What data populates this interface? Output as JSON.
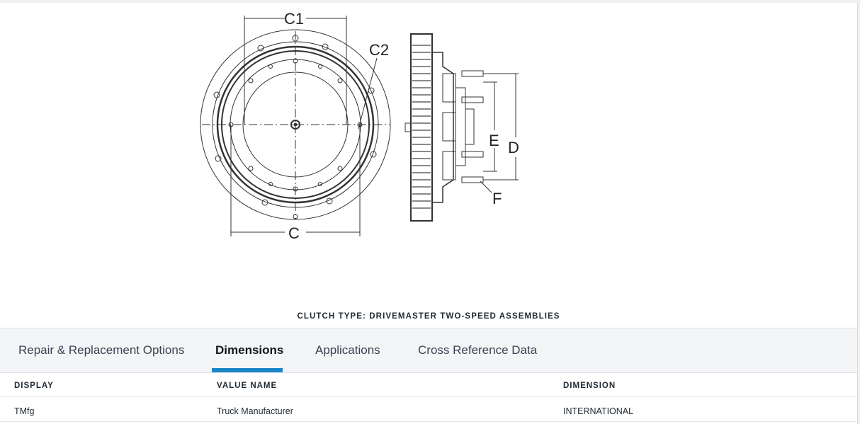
{
  "drawing": {
    "labels": {
      "c1": "C1",
      "c2": "C2",
      "c": "C",
      "e": "E",
      "d": "D",
      "f": "F"
    }
  },
  "caption": "CLUTCH TYPE: DRIVEMASTER TWO-SPEED ASSEMBLIES",
  "tabs": [
    {
      "label": "Repair & Replacement Options",
      "active": false
    },
    {
      "label": "Dimensions",
      "active": true
    },
    {
      "label": "Applications",
      "active": false
    },
    {
      "label": "Cross Reference Data",
      "active": false
    }
  ],
  "table": {
    "headers": [
      "DISPLAY",
      "VALUE NAME",
      "DIMENSION"
    ],
    "rows": [
      [
        "TMfg",
        "Truck Manufacturer",
        "INTERNATIONAL"
      ]
    ]
  },
  "colors": {
    "accent": "#1a86c8",
    "tabbar_bg": "#f3f5f7",
    "text": "#1f2933"
  }
}
